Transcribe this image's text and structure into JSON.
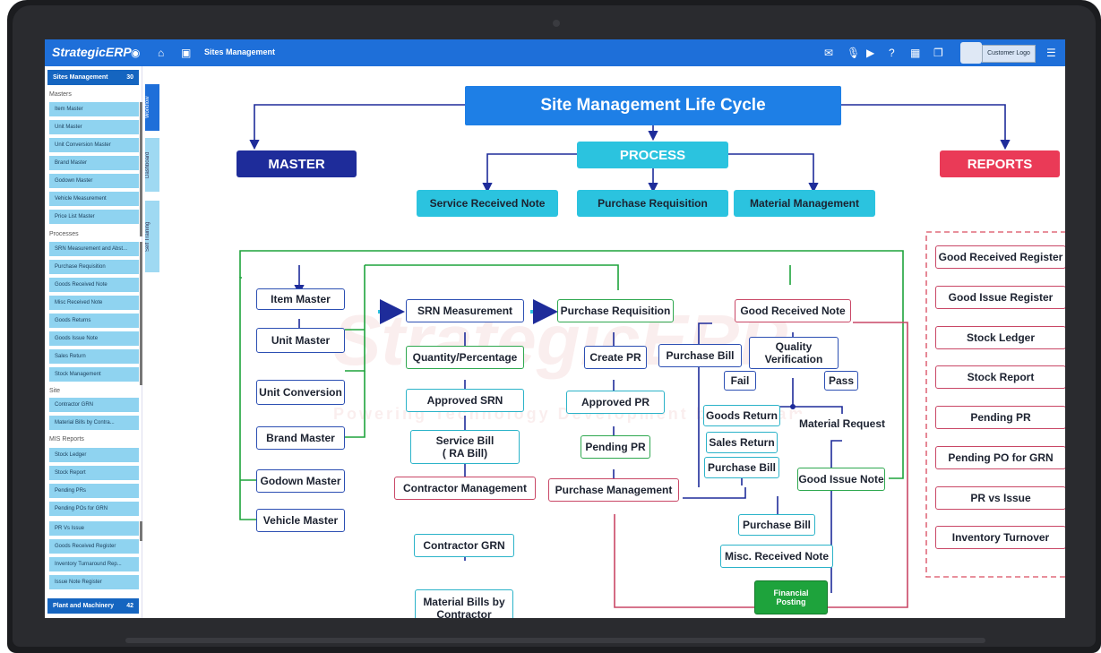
{
  "app": {
    "brand": "StrategicERP",
    "page_title": "Sites Management",
    "customer_logo": "Customer Logo",
    "toolbar_icons": [
      "menu-circle-icon",
      "home-icon",
      "document-icon",
      "mail-icon",
      "mic-icon",
      "youtube-icon",
      "help-icon",
      "calculator-icon",
      "window-icon",
      "user-avatar-icon",
      "hamburger-icon"
    ]
  },
  "sidebar": {
    "header": "Sites Management",
    "header_badge": "30",
    "groups": {
      "masters": "Masters",
      "processes": "Processes",
      "site": "Site",
      "mis": "MIS Reports"
    },
    "masters": [
      "Item Master",
      "Unit Master",
      "Unit Conversion Master",
      "Brand Master",
      "Godown Master",
      "Vehicle Measurement",
      "Price List Master"
    ],
    "processes": [
      "SRN Measurement and Abst...",
      "Purchase Requisition",
      "Goods Received Note",
      "Misc Received Note",
      "Goods Returns",
      "Goods Issue Note",
      "Sales Return",
      "Stock Management"
    ],
    "site": [
      "Contractor GRN",
      "Material Bills by Contra..."
    ],
    "mis": [
      "Stock Ledger",
      "Stock Report",
      "Pending PRs",
      "Pending POs for GRN",
      "PR Vs Issue",
      "Goods Received Register",
      "Inventory Turnaround Rep...",
      "Issue Note Register"
    ],
    "footer": "Plant and Machinery",
    "footer_badge": "42"
  },
  "vtabs": [
    "Workflow",
    "Dashboard",
    "Self Training"
  ],
  "diagram": {
    "title": "Site Management Life Cycle",
    "master": "MASTER",
    "process": "PROCESS",
    "reports": "REPORTS",
    "process_items": [
      "Service Received Note",
      "Purchase Requisition",
      "Material Management"
    ],
    "masters": [
      "Item Master",
      "Unit Master",
      "Unit Conversion",
      "Brand Master",
      "Godown Master",
      "Vehicle Master"
    ],
    "srn": [
      "SRN Measurement",
      "Quantity/Percentage",
      "Approved SRN",
      "Service Bill",
      "( RA Bill)",
      "Contractor Management"
    ],
    "pr": [
      "Purchase Requisition",
      "Create PR",
      "Approved PR",
      "Pending PR",
      "Purchase Management"
    ],
    "grn": [
      "Good Received Note",
      "Purchase Bill",
      "Quality",
      "Verification",
      "Fail",
      "Pass",
      "Goods Return",
      "Sales Return",
      "Purchase Bill",
      "Material Request",
      "Good Issue Note",
      "Purchase Bill",
      "Misc. Received Note"
    ],
    "contractor": [
      "Contractor GRN",
      "Material Bills by",
      "Contractor"
    ],
    "financial": [
      "Financial",
      "Posting"
    ],
    "reports_list": [
      "Good Received Register",
      "Good Issue Register",
      "Stock Ledger",
      "Stock Report",
      "Pending PR",
      "Pending PO for GRN",
      "PR vs Issue",
      "Inventory Turnover"
    ],
    "watermark": "StrategicERP",
    "watermark_sub": "Powering Technology Development by IT Team",
    "colors": {
      "dark_blue": "#1e2c9a",
      "teal": "#2bc3df",
      "red": "#ea3a57",
      "green": "#1ea33c",
      "accent": "#1e6fd9"
    }
  }
}
